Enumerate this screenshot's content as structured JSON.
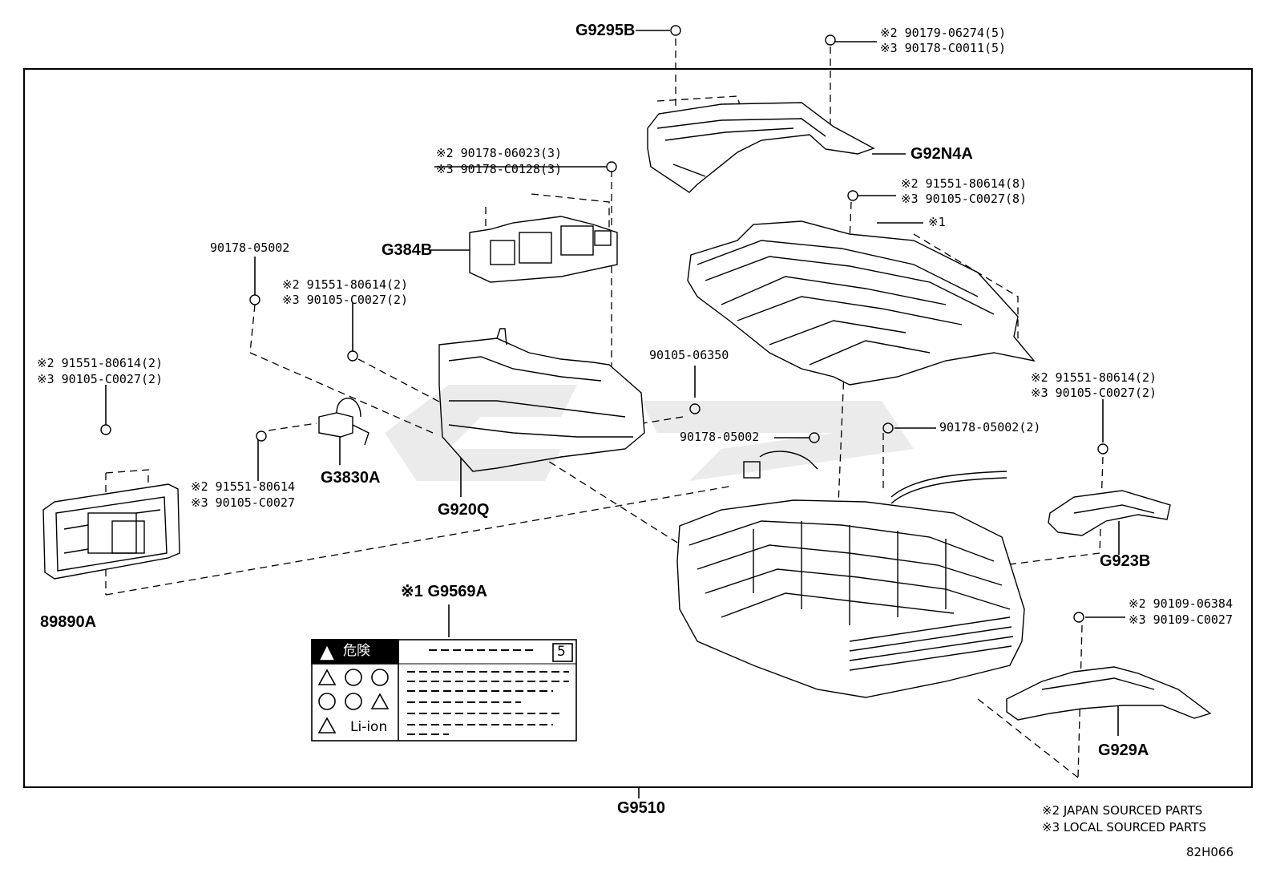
{
  "labels": {
    "g9295b": "G9295B",
    "g92n4a": "G92N4A",
    "g384b": "G384B",
    "g3830a": "G3830A",
    "g920q": "G920Q",
    "g923b": "G923B",
    "g929a": "G929A",
    "g9510": "G9510",
    "p89890a": "89890A",
    "g9569a": "※1 G9569A",
    "mark1": "※1"
  },
  "callouts": {
    "top_nut_l1": "※2 90179-06274(5)",
    "top_nut_l2": "※3 90178-C0011(5)",
    "g384b_nut_l1": "※2 90178-06023(3)",
    "g384b_nut_l2": "※3 90178-C0128(3)",
    "cover_bolt_l1": "※2 91551-80614(8)",
    "cover_bolt_l2": "※3 90105-C0027(8)",
    "nut_05002_left": "90178-05002",
    "bolt_mid_l1": "※2 91551-80614(2)",
    "bolt_mid_l2": "※3 90105-C0027(2)",
    "bolt_left_l1": "※2 91551-80614(2)",
    "bolt_left_l2": "※3 90105-C0027(2)",
    "bolt_06350": "90105-06350",
    "bolt_right_l1": "※2 91551-80614(2)",
    "bolt_right_l2": "※3 90105-C0027(2)",
    "nut_05002_center": "90178-05002",
    "nut_05002_right": "90178-05002(2)",
    "bolt_g3830_l1": "※2 91551-80614",
    "bolt_g3830_l2": "※3 90105-C0027",
    "bolt_g929_l1": "※2 90109-06384",
    "bolt_g929_l2": "※3 90109-C0027"
  },
  "warning_label": {
    "header": "危険",
    "li_ion": "Li-ion",
    "number": "5"
  },
  "notes": {
    "japan": "※2 JAPAN SOURCED PARTS",
    "local": "※3 LOCAL SOURCED PARTS",
    "diagram_code": "82H066"
  }
}
